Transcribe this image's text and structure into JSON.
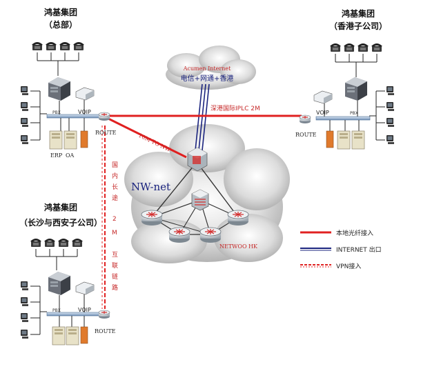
{
  "sites": {
    "hq": {
      "name": "鸿基集团",
      "sub": "（总部）"
    },
    "hk": {
      "name": "鸿基集团",
      "sub": "（香港子公司）"
    },
    "cs": {
      "name": "鸿基集团",
      "sub": "（长沙与西安子公司）"
    }
  },
  "device_labels": {
    "pbx": "PBX",
    "voip": "VOIP",
    "route": "ROUTE",
    "erp": "ERP",
    "oa": "OA"
  },
  "cloud_internet": {
    "line1": "Acumen Internet",
    "line2": "电信+网通+香港"
  },
  "nwnet": {
    "label": "NW-net",
    "hk_label": "NETWOO HK"
  },
  "links": {
    "iplc": "深港国际IPLC 2M",
    "hq_to_nw": "10M TO NW",
    "domestic": [
      "国",
      "内",
      "长",
      "途",
      "2",
      "M",
      "互",
      "联",
      "链",
      "路"
    ]
  },
  "legend": [
    {
      "label": "本地光纤接入",
      "style": "solid-red",
      "color": "#e02020"
    },
    {
      "label": "INTERNET 出口",
      "style": "double-navy",
      "color": "#1a237e"
    },
    {
      "label": "VPN接入",
      "style": "dashed-red",
      "color": "#e02020"
    }
  ],
  "colors": {
    "fiber": "#e02020",
    "internet": "#1a237e",
    "lan": "#1f2d3d",
    "title": "#111111"
  }
}
